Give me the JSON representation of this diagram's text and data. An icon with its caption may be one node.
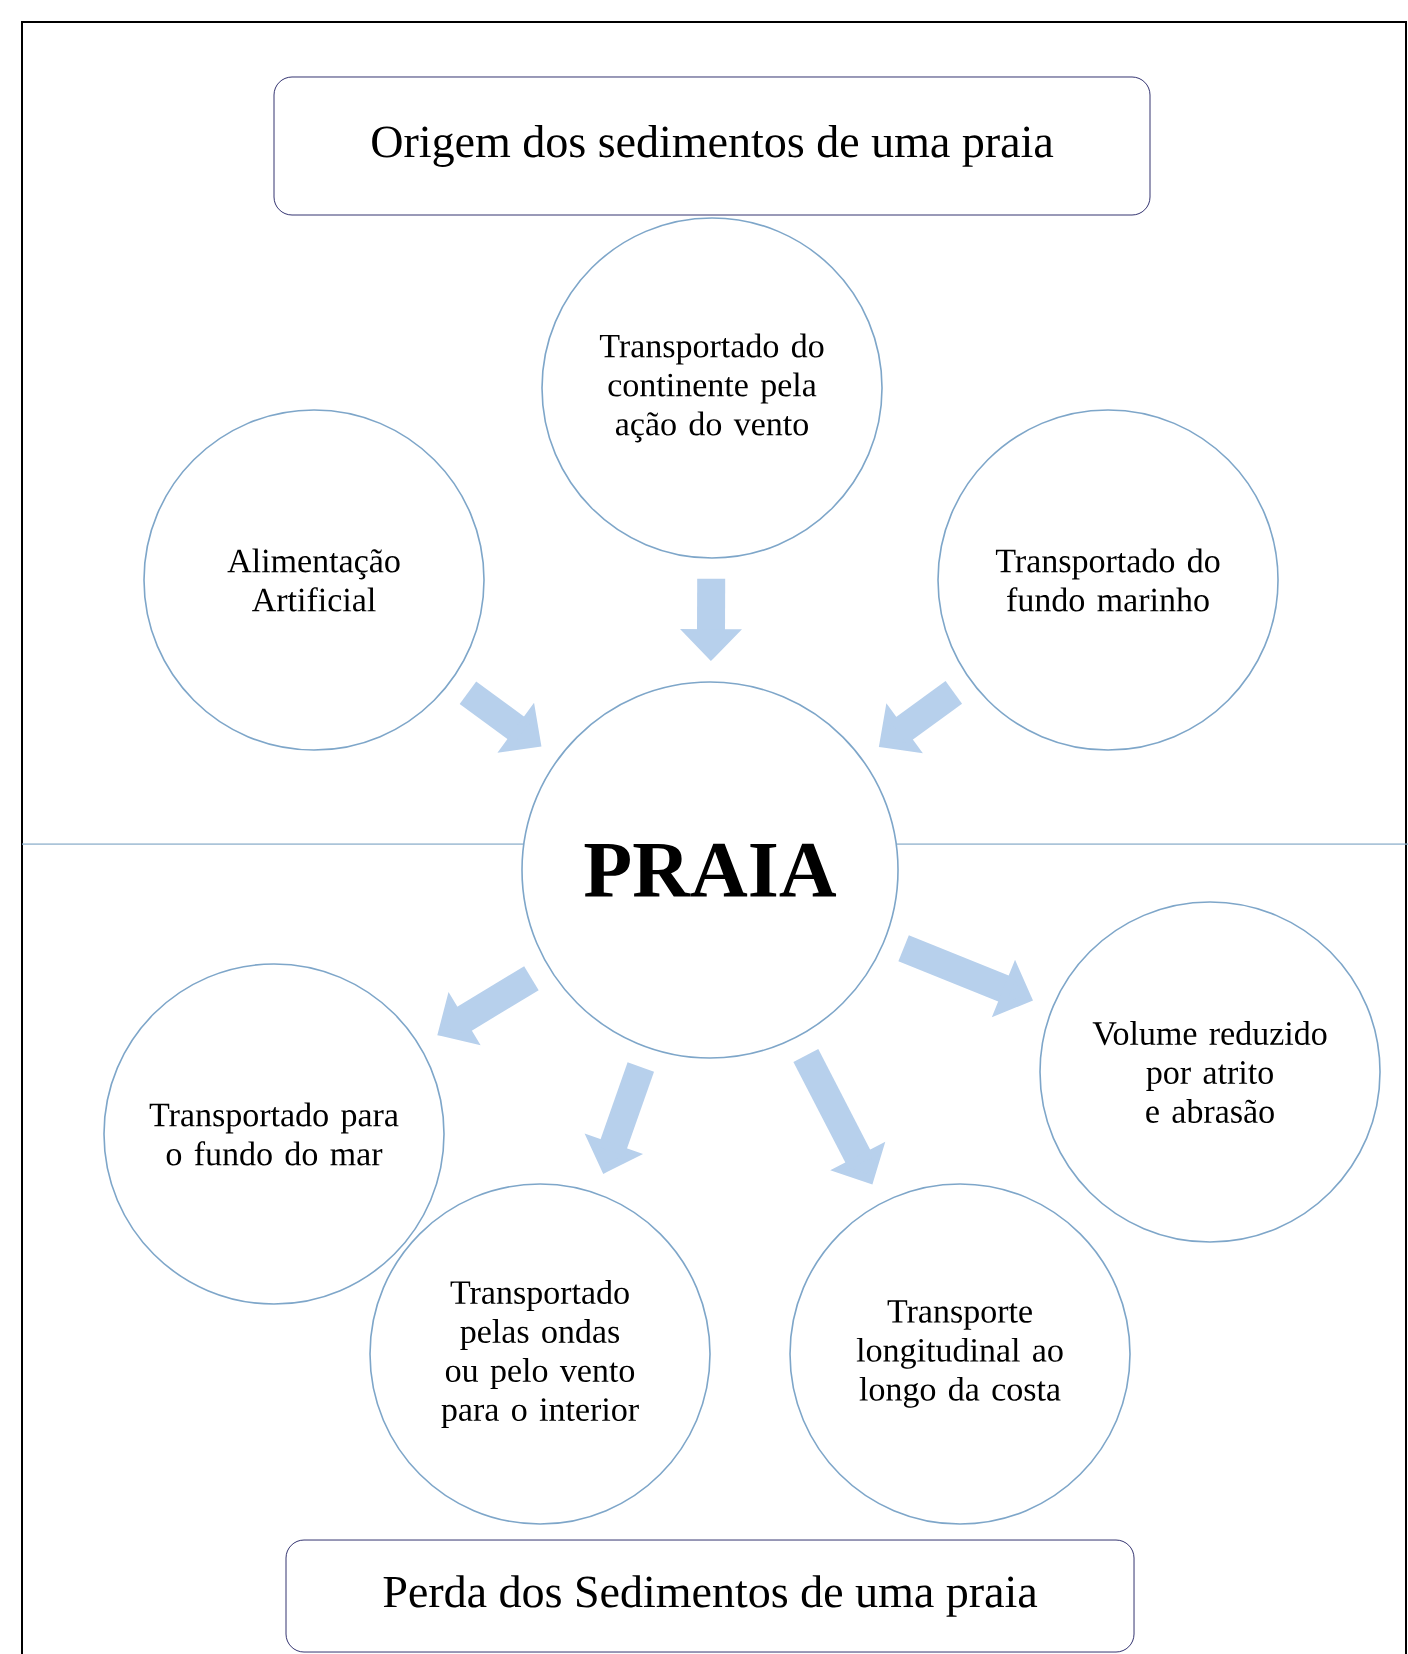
{
  "diagram": {
    "nodes": [
      {
        "text": [
          "Origem dos sedimentos de uma praia"
        ]
      },
      {
        "text": [
          "Transportado do continente pela ação do vento"
        ]
      },
      {
        "text": [
          "Alimentação Artificial"
        ]
      },
      {
        "text": [
          "Transportado do fundo marinho"
        ]
      },
      {
        "text": [
          "PRAIA"
        ]
      },
      {
        "text": [
          "Volume reduzido por atrito e abrasão"
        ]
      },
      {
        "text": [
          "Transportado para o fundo do mar"
        ]
      },
      {
        "text": [
          "Transportado pelas ondas ou pelo vento para o interior"
        ]
      },
      {
        "text": [
          "Transporte longitudinal ao longo da costa"
        ]
      },
      {
        "text": [
          "Perda dos Sedimentos de uma praia"
        ]
      }
    ],
    "edges": [
      {
        "from": 1,
        "to": 4,
        "arrow": "to"
      },
      {
        "from": 2,
        "to": 4,
        "arrow": "to"
      },
      {
        "from": 3,
        "to": 4,
        "arrow": "to"
      },
      {
        "from": 4,
        "to": 5,
        "arrow": "to"
      },
      {
        "from": 4,
        "to": 6,
        "arrow": "to"
      },
      {
        "from": 4,
        "to": 7,
        "arrow": "to"
      },
      {
        "from": 4,
        "to": 8,
        "arrow": "to"
      }
    ]
  }
}
